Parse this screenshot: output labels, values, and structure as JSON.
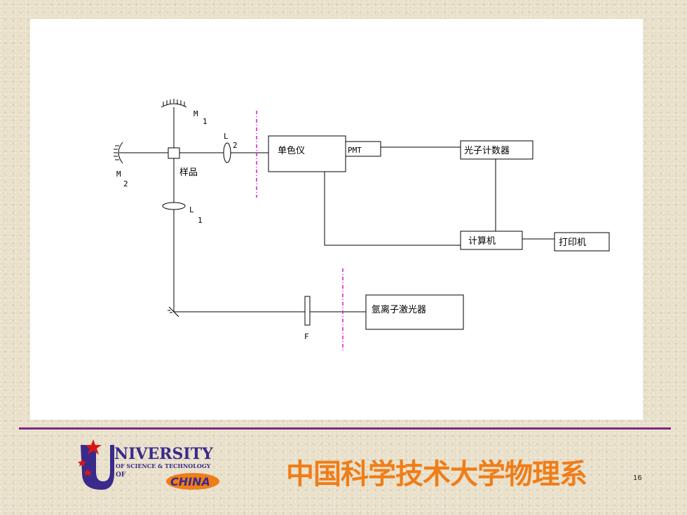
{
  "diagram": {
    "labels": {
      "m1": "M",
      "m1_sub": "1",
      "m2": "M",
      "m2_sub": "2",
      "l1": "L",
      "l1_sub": "1",
      "l2": "L",
      "l2_sub": "2",
      "sample": "样品",
      "filter": "F",
      "monochromator": "单色仪",
      "pmt": "PMT",
      "photon_counter": "光子计数器",
      "computer": "计算机",
      "printer": "打印机",
      "laser": "氩离子激光器"
    }
  },
  "footer": {
    "logo": {
      "big_text": "NIVERSITY",
      "line1": "OF SCIENCE & TECHNOLOGY",
      "line2": "OF",
      "china": "CHINA"
    },
    "title": "中国科学技术大学物理系",
    "page_number": "16"
  },
  "colors": {
    "accent_orange": "#f07d18",
    "divider_purple": "#7a2a82",
    "dashed_magenta": "#e020d0",
    "logo_blue": "#3a2a8c",
    "logo_red": "#d81818"
  }
}
